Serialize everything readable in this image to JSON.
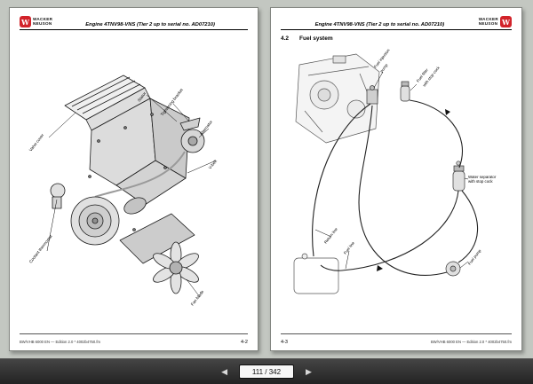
{
  "app": {
    "background_color": "#c3c7c1",
    "toolbar_color": "#2f2f2f",
    "toolbar": {
      "prev_icon": "◀",
      "next_icon": "▶",
      "page_indicator": "111 / 342"
    }
  },
  "brand": {
    "mark": "W",
    "name_line1": "WACKER",
    "name_line2": "NEUSON",
    "red": "#d2232a"
  },
  "left_page": {
    "header_title": "Engine 4TNV98-VNS (Tier 2 up to serial no. AD07210)",
    "labels": {
      "valve_cover": "Valve cover",
      "stator": "Stator",
      "tightening_bracket": "Tightening bracket",
      "alternator": "Alternator",
      "v_belt": "V-belt",
      "coolant_thermostat": "Coolant thermostat",
      "fan_blade": "Fan blade"
    },
    "footer_note": "BW/VHB 6000 EN — Edition 2.0 * 4002b4750.fm",
    "page_number": "4-2"
  },
  "right_page": {
    "header_title": "Engine 4TNV98-VNS (Tier 2 up to serial no. AD07210)",
    "section_number": "4.2",
    "section_title": "Fuel system",
    "labels": {
      "fuel_injection_line1": "Fuel injection",
      "fuel_injection_line2": "pump",
      "fuel_filter_line1": "Fuel filter",
      "fuel_filter_line2": "with stop cock",
      "water_separator_line1": "Water separator",
      "water_separator_line2": "with stop cock",
      "return_line": "Return line",
      "fuel_line": "Fuel line",
      "fuel_pump": "Fuel pump"
    },
    "page_number": "4-3",
    "footer_note": "BW/VHB 6000 EN — Edition 2.0 * 4002b4750.fm"
  }
}
